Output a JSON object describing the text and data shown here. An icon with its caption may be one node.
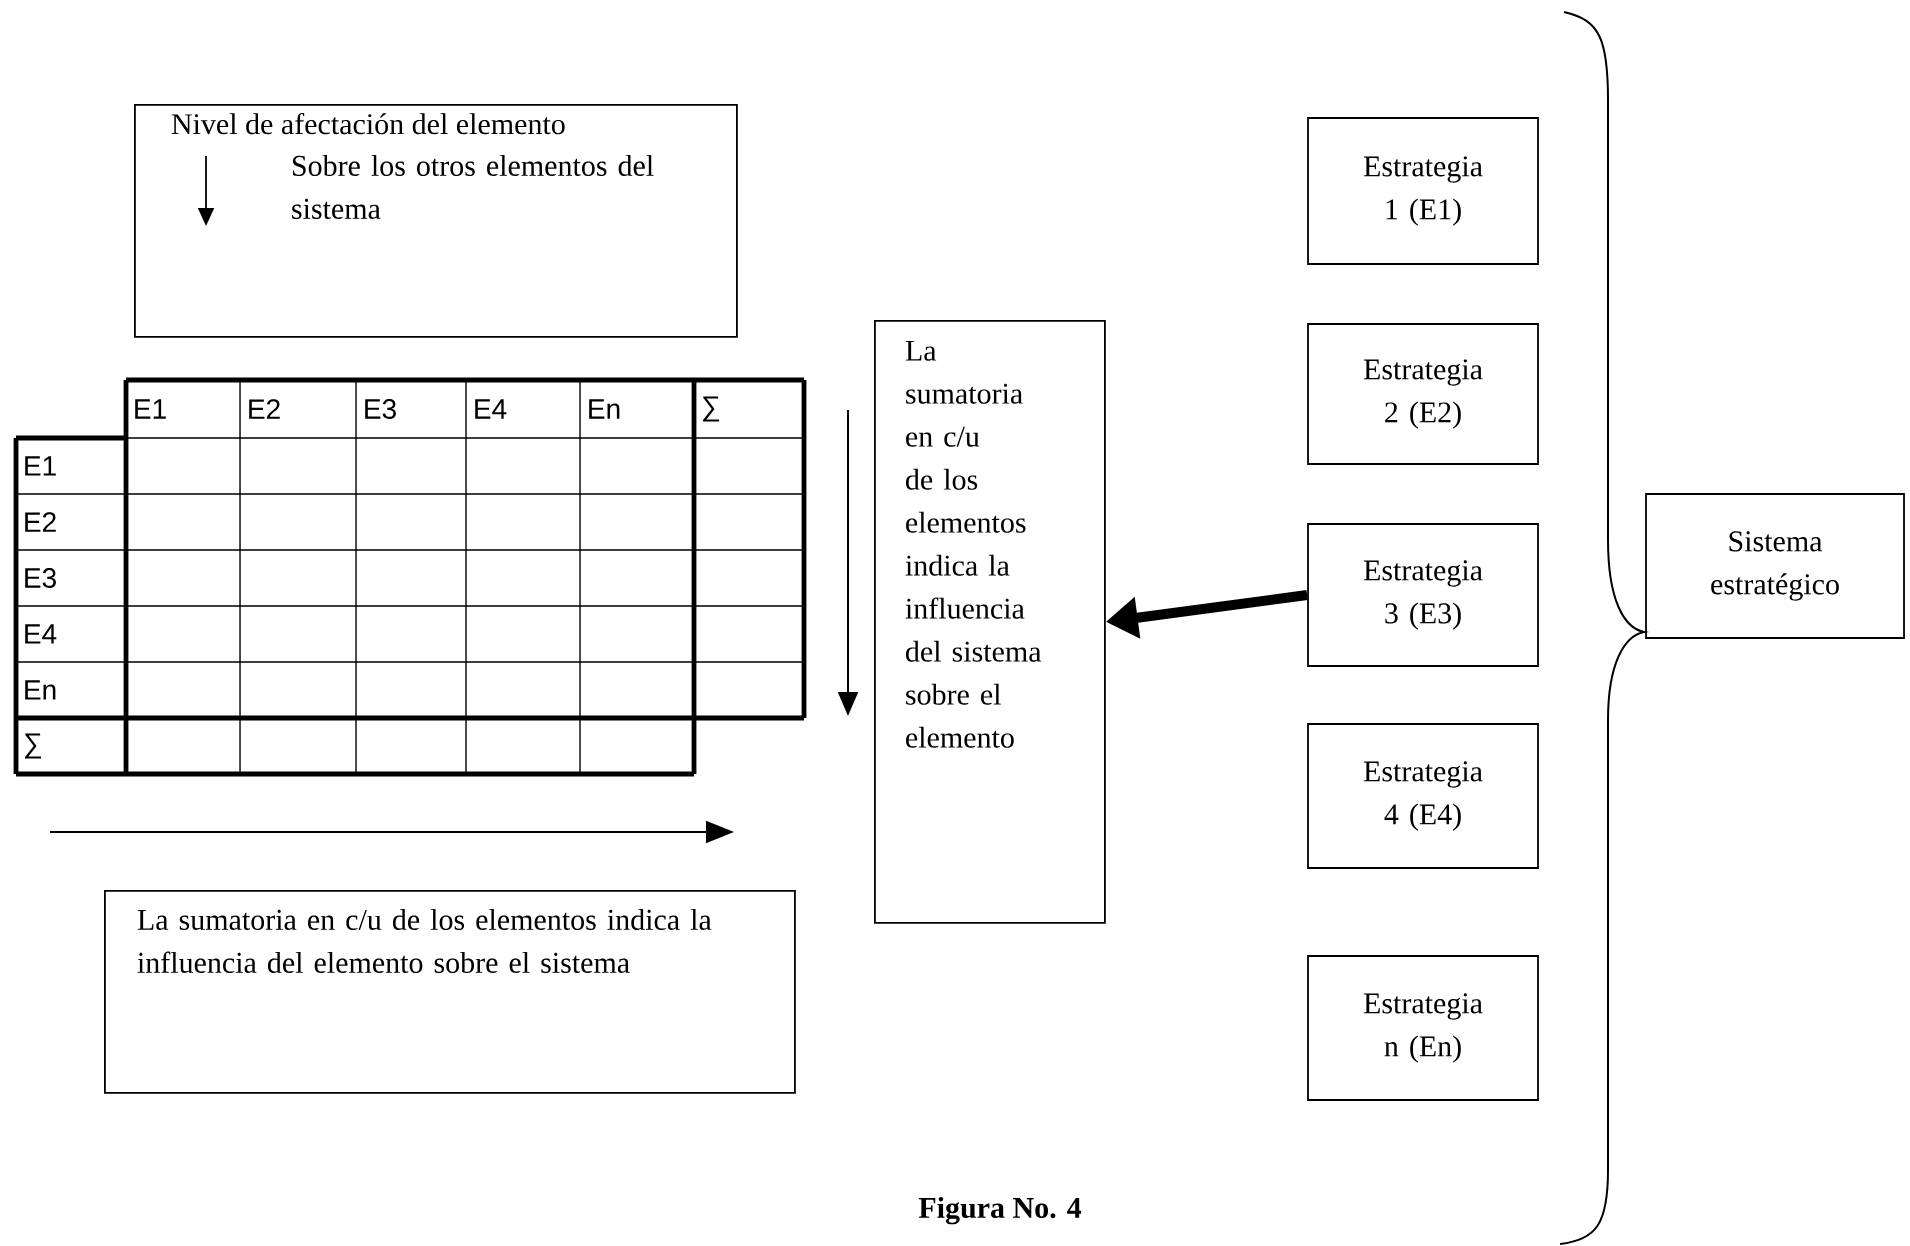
{
  "diagram": {
    "caption": "Figura No. 4",
    "nodes": [
      {
        "text": [
          "Nivel de afectación del elemento",
          "Sobre los otros elementos del sistema"
        ]
      },
      {
        "text": [
          "La sumatoria en c/u de los elementos indica la influencia del sistema sobre el elemento"
        ]
      },
      {
        "text": [
          "La sumatoria en c/u de los elementos indica la influencia del elemento sobre el sistema"
        ]
      },
      {
        "text": [
          "Estrategia 1 (E1)"
        ]
      },
      {
        "text": [
          "Estrategia 2 (E2)"
        ]
      },
      {
        "text": [
          "Estrategia 3 (E3)"
        ]
      },
      {
        "text": [
          "Estrategia 4 (E4)"
        ]
      },
      {
        "text": [
          "Estrategia n (En)"
        ]
      },
      {
        "text": [
          "Sistema estratégico"
        ]
      }
    ],
    "edges": [
      {
        "from": 5,
        "to": 1,
        "arrow": "to"
      }
    ],
    "labels": [
      "E1",
      "E2",
      "E3",
      "E4",
      "En",
      "∑",
      "E1",
      "E2",
      "E3",
      "E4",
      "En",
      "∑"
    ]
  }
}
